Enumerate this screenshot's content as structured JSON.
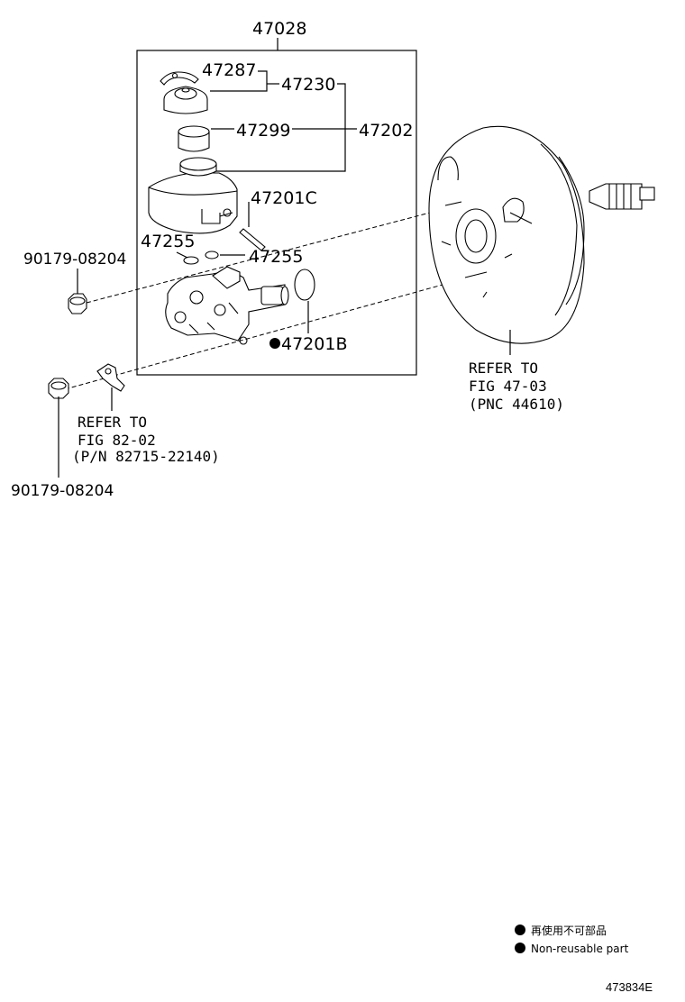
{
  "labels": {
    "assembly": "47028",
    "p47287": "47287",
    "p47230": "47230",
    "p47299": "47299",
    "p47202": "47202",
    "p47201C": "47201C",
    "p47255a": "47255",
    "p47255b": "47255",
    "p47201B": "47201B",
    "nut_top": "90179-08204",
    "nut_bottom": "90179-08204"
  },
  "refs": {
    "booster": [
      "REFER TO",
      "FIG 47-03",
      "(PNC 44610)"
    ],
    "bracket": [
      "REFER TO",
      "FIG 82-02",
      "(P/N 82715-22140)"
    ]
  },
  "legend": {
    "jp": "再使用不可部品",
    "en": "Non-reusable part"
  },
  "figure_code": "473834E"
}
